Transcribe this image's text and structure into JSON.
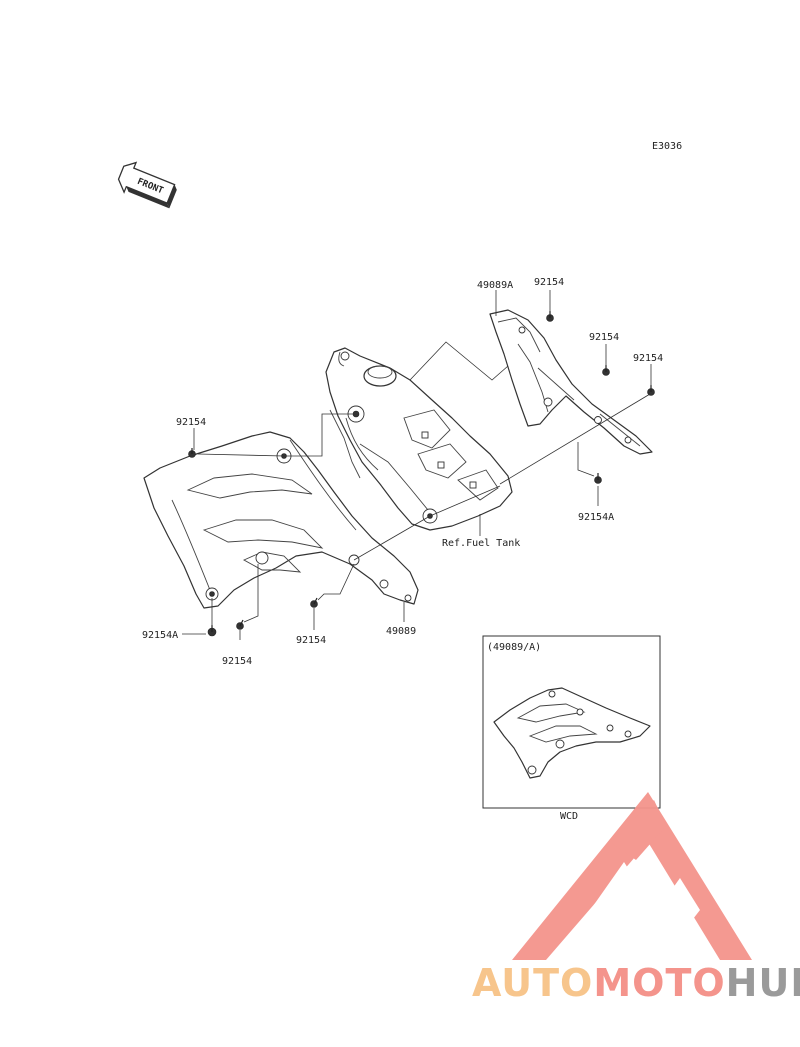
{
  "diagram": {
    "code": "E3036",
    "front_label": "FRONT",
    "ref_label": "Ref.Fuel Tank",
    "parts": [
      {
        "id": "p1",
        "label": "49089A"
      },
      {
        "id": "p2",
        "label": "92154"
      },
      {
        "id": "p3",
        "label": "92154"
      },
      {
        "id": "p4",
        "label": "92154"
      },
      {
        "id": "p5",
        "label": "92154"
      },
      {
        "id": "p6",
        "label": "92154A"
      },
      {
        "id": "p7",
        "label": "92154A"
      },
      {
        "id": "p8",
        "label": "92154"
      },
      {
        "id": "p9",
        "label": "92154"
      },
      {
        "id": "p10",
        "label": "49089"
      }
    ],
    "inset": {
      "title": "(49089/A)",
      "caption": "WCD"
    }
  },
  "watermark": {
    "word_part1": "AUTO",
    "word_part2": "MOTO",
    "word_part3": "HUB",
    "color_part1": "#f7c58c",
    "color_part2": "#f4948c",
    "color_part3": "#9a9a9a",
    "logo_color": "#f4948c"
  }
}
